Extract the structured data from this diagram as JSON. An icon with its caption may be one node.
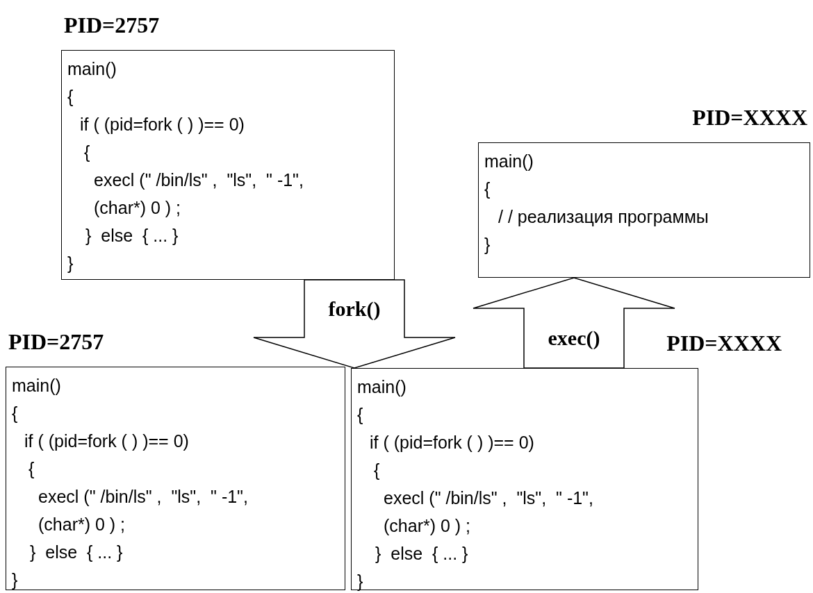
{
  "diagram": {
    "nodes": [
      {
        "text": [
          "PID=2757",
          "main()",
          "{",
          "if ( (pid=fork ( ) )== 0)",
          "{",
          "execl (\" /bin/ls\" ,  \"ls\",  \" -1\",",
          "(char*) 0 ) ;",
          "}  else  { ... }",
          "}"
        ]
      },
      {
        "text": [
          "PID=XXXX",
          "main()",
          "{",
          "/ / реализация программы",
          "}"
        ]
      },
      {
        "text": [
          "PID=2757",
          "main()",
          "{",
          "if ( (pid=fork ( ) )== 0)",
          "{",
          "execl (\" /bin/ls\" ,  \"ls\",  \" -1\",",
          "(char*) 0 ) ;",
          "}  else  { ... }",
          "}"
        ]
      },
      {
        "text": [
          "PID=XXXX",
          "main()",
          "{",
          "if ( (pid=fork ( ) )== 0)",
          "{",
          "execl (\" /bin/ls\" ,  \"ls\",  \" -1\",",
          "(char*) 0 ) ;",
          "}  else  { ... }",
          "}"
        ]
      }
    ],
    "edges": [
      {
        "from": 0,
        "to": 3,
        "arrow": "to",
        "label": "fork()"
      },
      {
        "from": 3,
        "to": 1,
        "arrow": "to",
        "label": "exec()"
      }
    ]
  }
}
